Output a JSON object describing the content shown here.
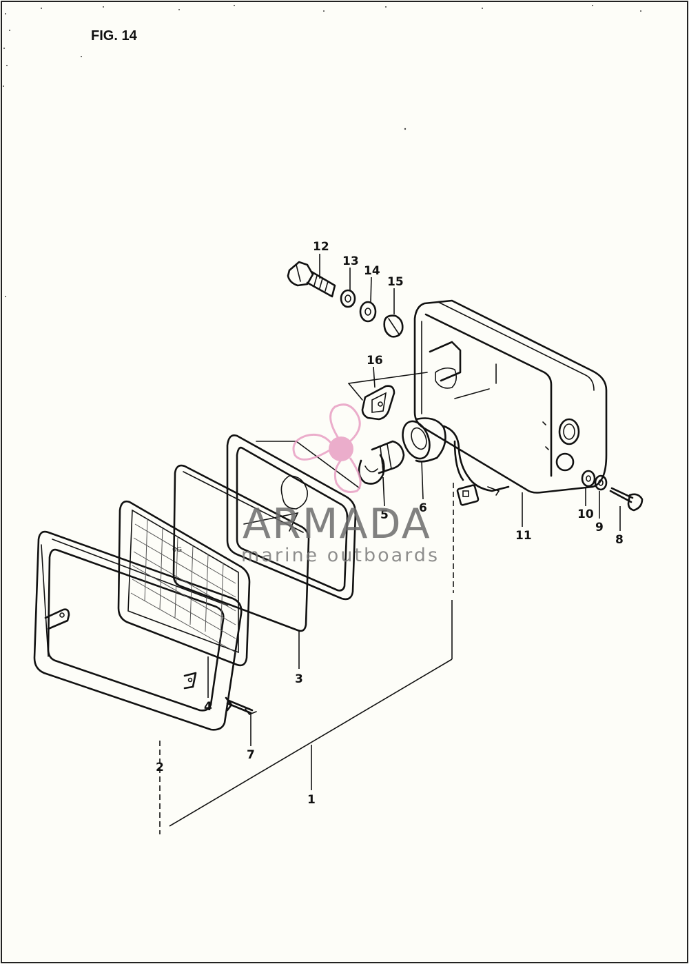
{
  "figure": {
    "title": "FIG. 14"
  },
  "watermark": {
    "brand": "ARMADA",
    "tagline": "marine outboards",
    "logo_color": "#e79ac0"
  },
  "callouts": {
    "p1": "1",
    "p2": "2",
    "p3": "3",
    "p4": "4",
    "p5": "5",
    "p6": "6",
    "p7": "7",
    "p8": "8",
    "p9": "9",
    "p10": "10",
    "p11": "11",
    "p12": "12",
    "p13": "13",
    "p14": "14",
    "p15": "15",
    "p16": "16"
  }
}
